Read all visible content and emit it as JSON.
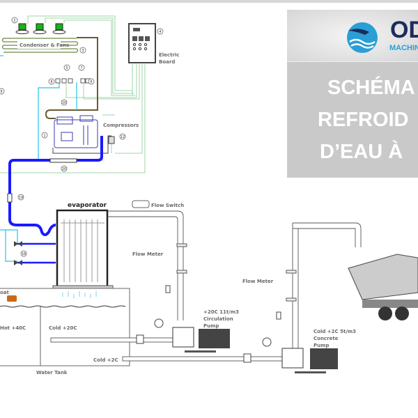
{
  "brand": {
    "logo_text": "OD",
    "logo_subtext": "MACHIN"
  },
  "title_lines": [
    "SCHÉMA",
    "REFROID",
    "D’EAU À"
  ],
  "labels": {
    "condenser": "Condenser & Fans",
    "electric_board_1": "Electric",
    "electric_board_2": "Board",
    "compressors": "Compressors",
    "evaporator": "evaporator",
    "flow_switch": "Flow Switch",
    "flow_meter_1": "Flow Meter",
    "flow_meter_2": "Flow Meter",
    "circ_pump_1": "+20C  11t/m3",
    "circ_pump_2": "Circulation",
    "circ_pump_3": "Pump",
    "concrete_pump_1": "Cold +2C  5t/m3",
    "concrete_pump_2": "Concrete",
    "concrete_pump_3": "Pump",
    "float": "oat",
    "hot": "Hot +40C",
    "cold20": "Cold +20C",
    "cold2": "Cold +2C",
    "water_tank": "Water Tank"
  },
  "callouts": [
    "2",
    "3",
    "4",
    "5",
    "7",
    "8",
    "6",
    "9",
    "20",
    "1",
    "12",
    "20",
    "19",
    "16"
  ],
  "colors": {
    "refrigerant": "#1a1aff",
    "liquid": "#22c5e8",
    "wiring": "#9fd4a8",
    "discharge": "#6b5a2e",
    "panel": "#c9c9c9",
    "logo_navy": "#1d2b5c",
    "logo_blue": "#2a9fd6"
  }
}
